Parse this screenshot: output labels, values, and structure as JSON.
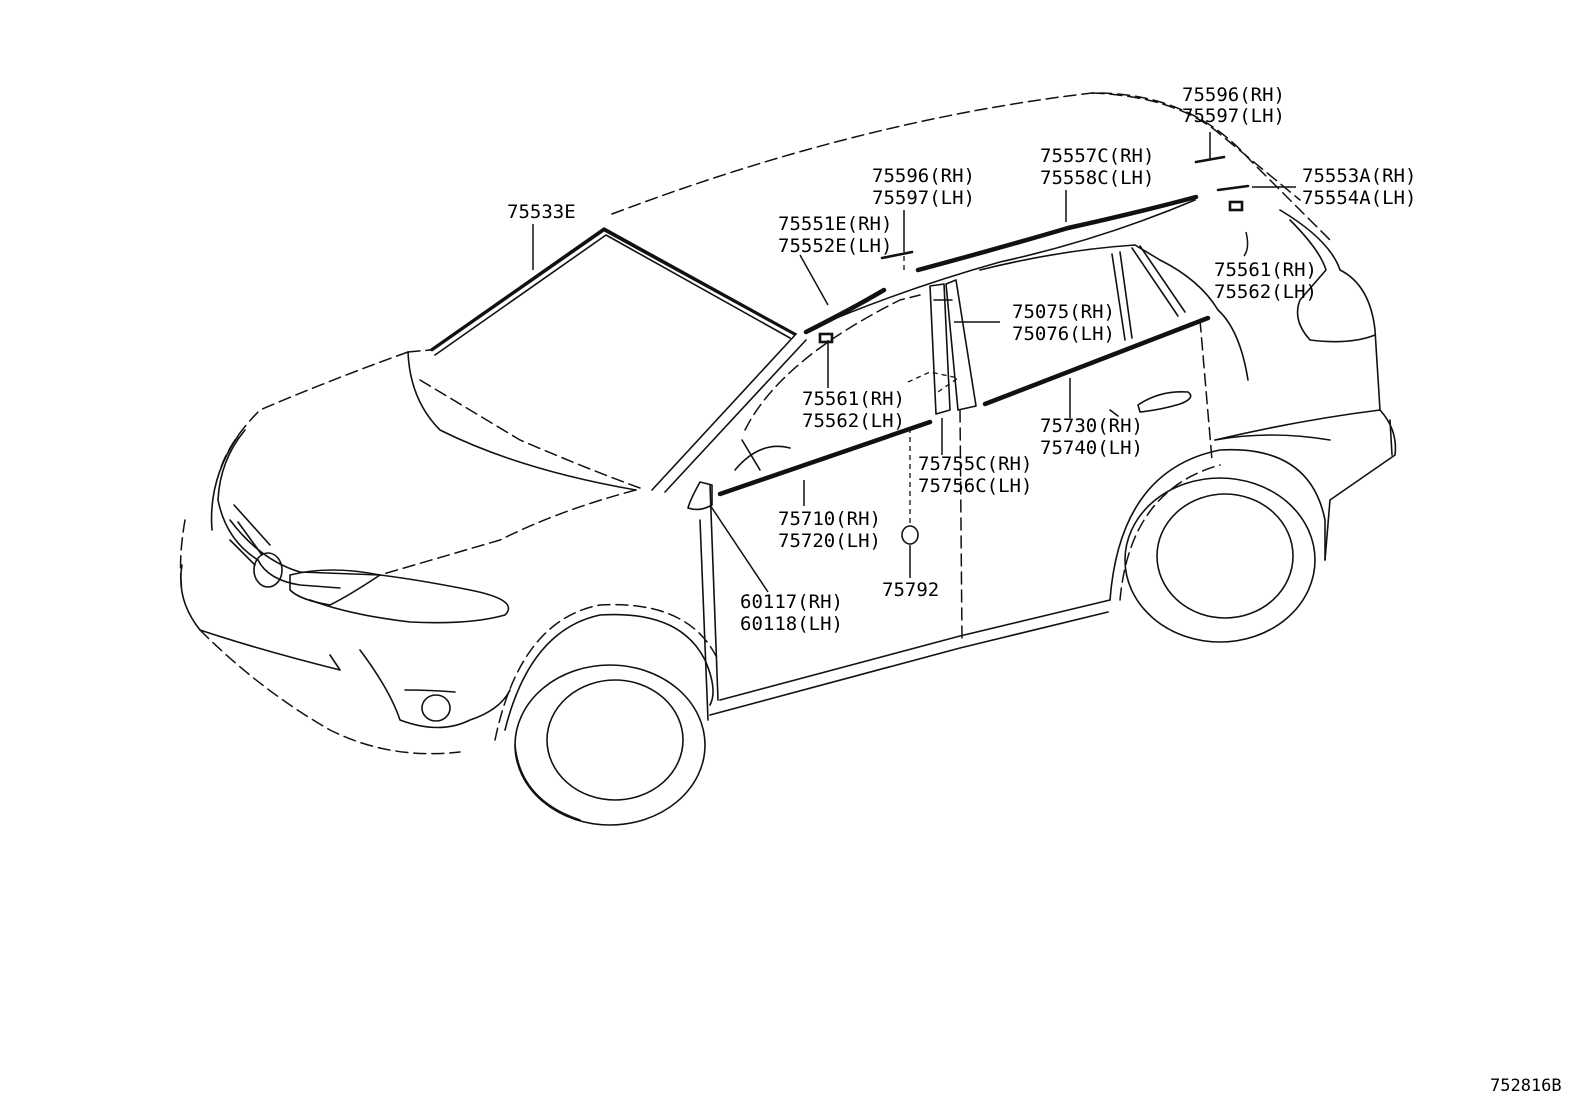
{
  "labels": {
    "l75533": "75533E",
    "l75596a": "75596(RH)",
    "l75597a": "75597(LH)",
    "l75551": "75551E(RH)",
    "l75552": "75552E(LH)",
    "l75557": "75557C(RH)",
    "l75558": "75558C(LH)",
    "l75596b": "75596(RH)",
    "l75597b": "75597(LH)",
    "l75553": "75553A(RH)",
    "l75554": "75554A(LH)",
    "l75561b": "75561(RH)",
    "l75562b": "75562(LH)",
    "l75075": "75075(RH)",
    "l75076": "75076(LH)",
    "l75561a": "75561(RH)",
    "l75562a": "75562(LH)",
    "l75730": "75730(RH)",
    "l75740": "75740(LH)",
    "l75755": "75755C(RH)",
    "l75756": "75756C(LH)",
    "l75710": "75710(RH)",
    "l75720": "75720(LH)",
    "l75792": "75792",
    "l60117": "60117(RH)",
    "l60118": "60118(LH)"
  },
  "figure_id": "752816B"
}
